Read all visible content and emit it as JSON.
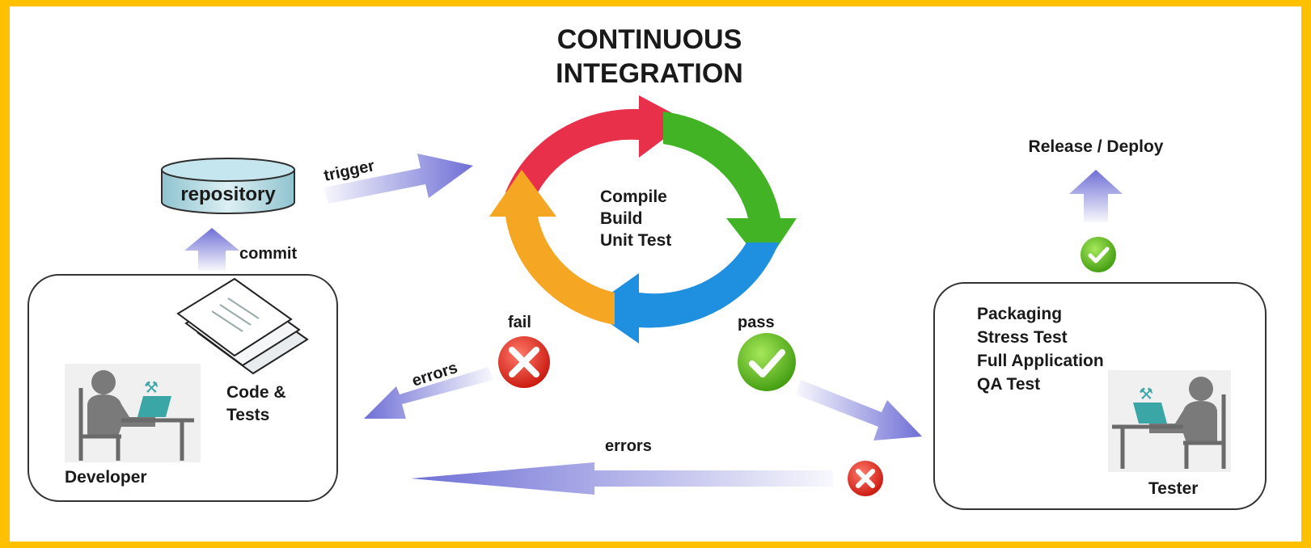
{
  "title": [
    "CONTINUOUS",
    "INTEGRATION"
  ],
  "cycle": {
    "lines": [
      "Compile",
      "Build",
      "Unit Test"
    ]
  },
  "repository": {
    "label": "repository"
  },
  "arrows": {
    "trigger": "trigger",
    "commit": "commit",
    "errors_upper": "errors",
    "errors_lower": "errors"
  },
  "status": {
    "fail": "fail",
    "pass": "pass"
  },
  "developer": {
    "code_lines": [
      "Code &",
      "Tests"
    ],
    "role": "Developer"
  },
  "tester": {
    "tasks": [
      "Packaging",
      "Stress Test",
      "Full Application",
      "QA Test"
    ],
    "role": "Tester"
  },
  "release": {
    "label": "Release / Deploy"
  },
  "colors": {
    "frame": "#ffc000",
    "arrow": "#6f6fd6",
    "cycle_red": "#e8304a",
    "cycle_green": "#41b324",
    "cycle_blue": "#1f8fe0",
    "cycle_orange": "#f5a623",
    "fail_red": "#d9261c",
    "pass_green": "#5bb318"
  }
}
